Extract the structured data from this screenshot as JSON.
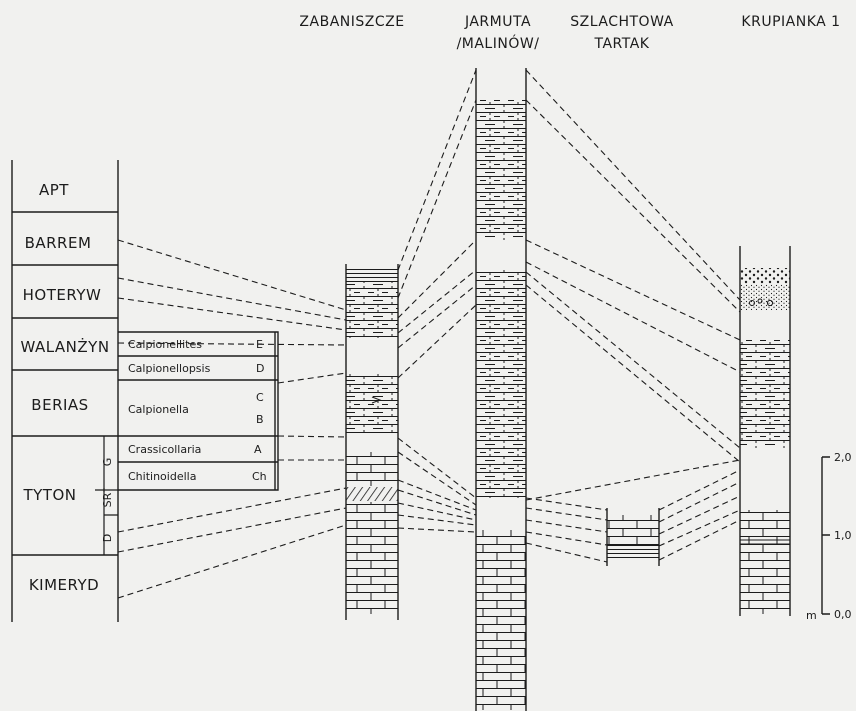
{
  "headers": {
    "zabaniszcze": "ZABANISZCZE",
    "jarmuta_line1": "JARMUTA",
    "jarmuta_line2": "/MALINÓW/",
    "szlachtowa_line1": "SZLACHTOWA",
    "szlachtowa_line2": "TARTAK",
    "krupianka": "KRUPIANKA 1"
  },
  "stages": {
    "apt": "APT",
    "barrem": "BARREM",
    "hoteryw": "HOTERYW",
    "walanzyn": "WALANŻYN",
    "berias": "BERIAS",
    "tyton": "TYTON",
    "kimeryd": "KIMERYD"
  },
  "tyton_subdivisions": {
    "g": "G",
    "sr": "SR",
    "d": "D"
  },
  "zones": {
    "calpionellites": {
      "name": "Calpionellites",
      "code": "E"
    },
    "calpionellopsis": {
      "name": "Calpionellopsis",
      "code": "D"
    },
    "calpionella": {
      "name": "Calpionella",
      "code_c": "C",
      "code_b": "B"
    },
    "crassicollaria": {
      "name": "Crassicollaria",
      "code": "A"
    },
    "chitinoidella": {
      "name": "Chitinoidella",
      "code": "Ch"
    }
  },
  "scale": {
    "tick_top": "2,0",
    "tick_mid": "1,0",
    "tick_bottom": "0,0",
    "unit": "m"
  },
  "colors": {
    "ink": "#1c1c1c",
    "paper": "#f1f1ef"
  }
}
